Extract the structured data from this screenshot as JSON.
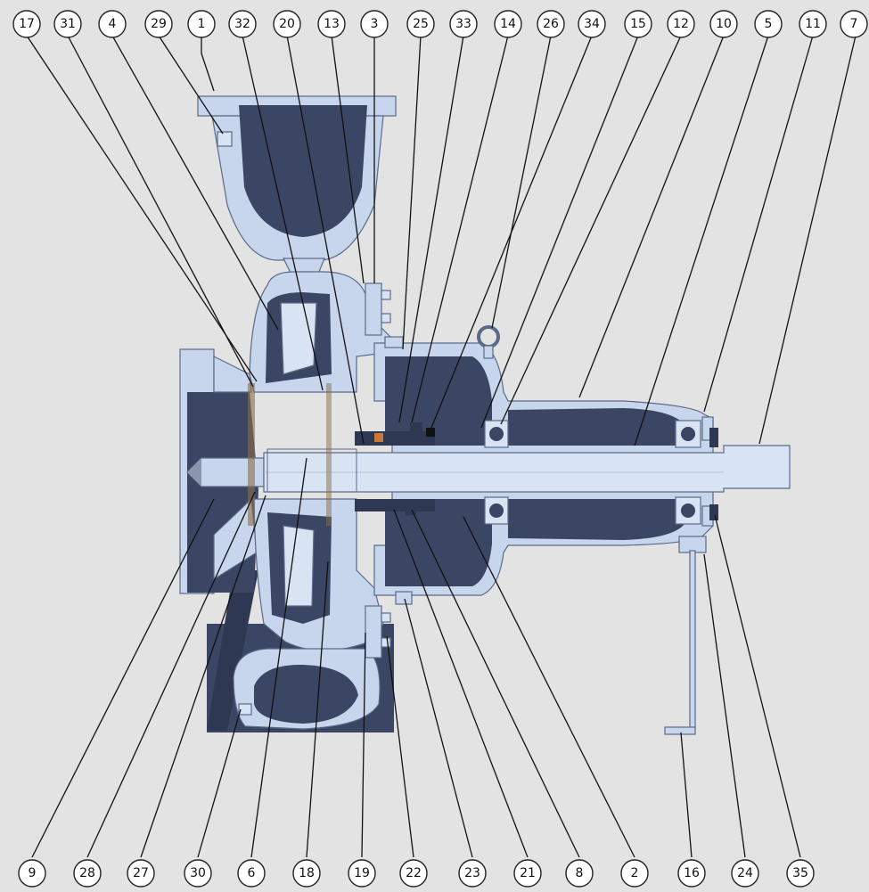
{
  "title": "",
  "callouts_top": [
    "17",
    "31",
    "4",
    "29",
    "1",
    "32",
    "20",
    "13",
    "3",
    "25",
    "33",
    "14",
    "26",
    "34",
    "15",
    "12",
    "10",
    "5",
    "11",
    "7"
  ],
  "callouts_bottom": [
    "9",
    "28",
    "27",
    "30",
    "6",
    "18",
    "19",
    "22",
    "23",
    "21",
    "8",
    "2",
    "16",
    "24",
    "35"
  ],
  "colors": {
    "background": "#e3e3e3",
    "cast_body": "#3b4664",
    "section_cut": "#c7d6ec",
    "shaft": "#d8e4f4",
    "callout_fill": "#ffffff"
  }
}
